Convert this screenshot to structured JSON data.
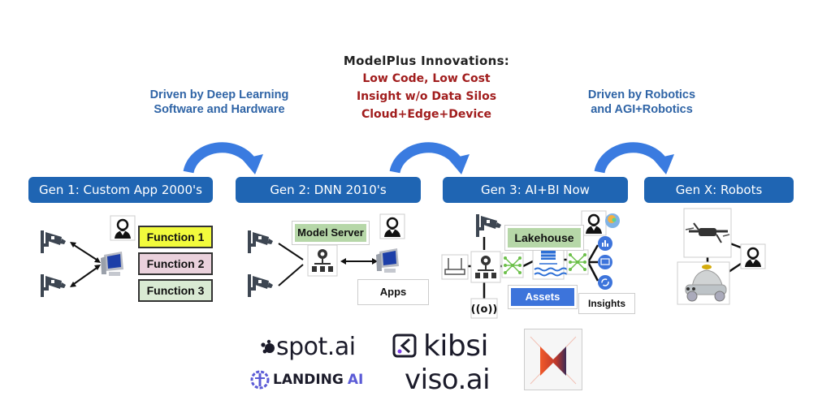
{
  "drivers": {
    "deep_learning": [
      "Driven by Deep Learning",
      "Software and Hardware"
    ],
    "robotics": [
      "Driven by Robotics",
      "and AGI+Robotics"
    ]
  },
  "innovations": {
    "title": "ModelPlus Innovations:",
    "items": [
      "Low Code, Low Cost",
      "Insight w/o Data Silos",
      "Cloud+Edge+Device"
    ]
  },
  "generations": [
    {
      "label": "Gen 1: Custom App 2000's"
    },
    {
      "label": "Gen 2: DNN 2010's"
    },
    {
      "label": "Gen 3: AI+BI Now"
    },
    {
      "label": "Gen X: Robots"
    }
  ],
  "gen1": {
    "functions": [
      "Function 1",
      "Function 2",
      "Function 3"
    ],
    "function_colors": [
      "#f2fb3c",
      "#ead1dc",
      "#d9ead3"
    ]
  },
  "gen2": {
    "model_server": "Model Server",
    "apps": "Apps"
  },
  "gen3": {
    "lakehouse": "Lakehouse",
    "assets": "Assets",
    "insights": "Insights"
  },
  "logos": {
    "spot": "spot.ai",
    "kibsi": "kibsi",
    "landing": "LANDING",
    "landing_ai": "AI",
    "viso": "viso.ai"
  },
  "colors": {
    "gen_header": "#1f65b3",
    "arrow": "#3a7be0",
    "driver_text": "#2f64a6",
    "innovation_text": "#a11d1d"
  }
}
